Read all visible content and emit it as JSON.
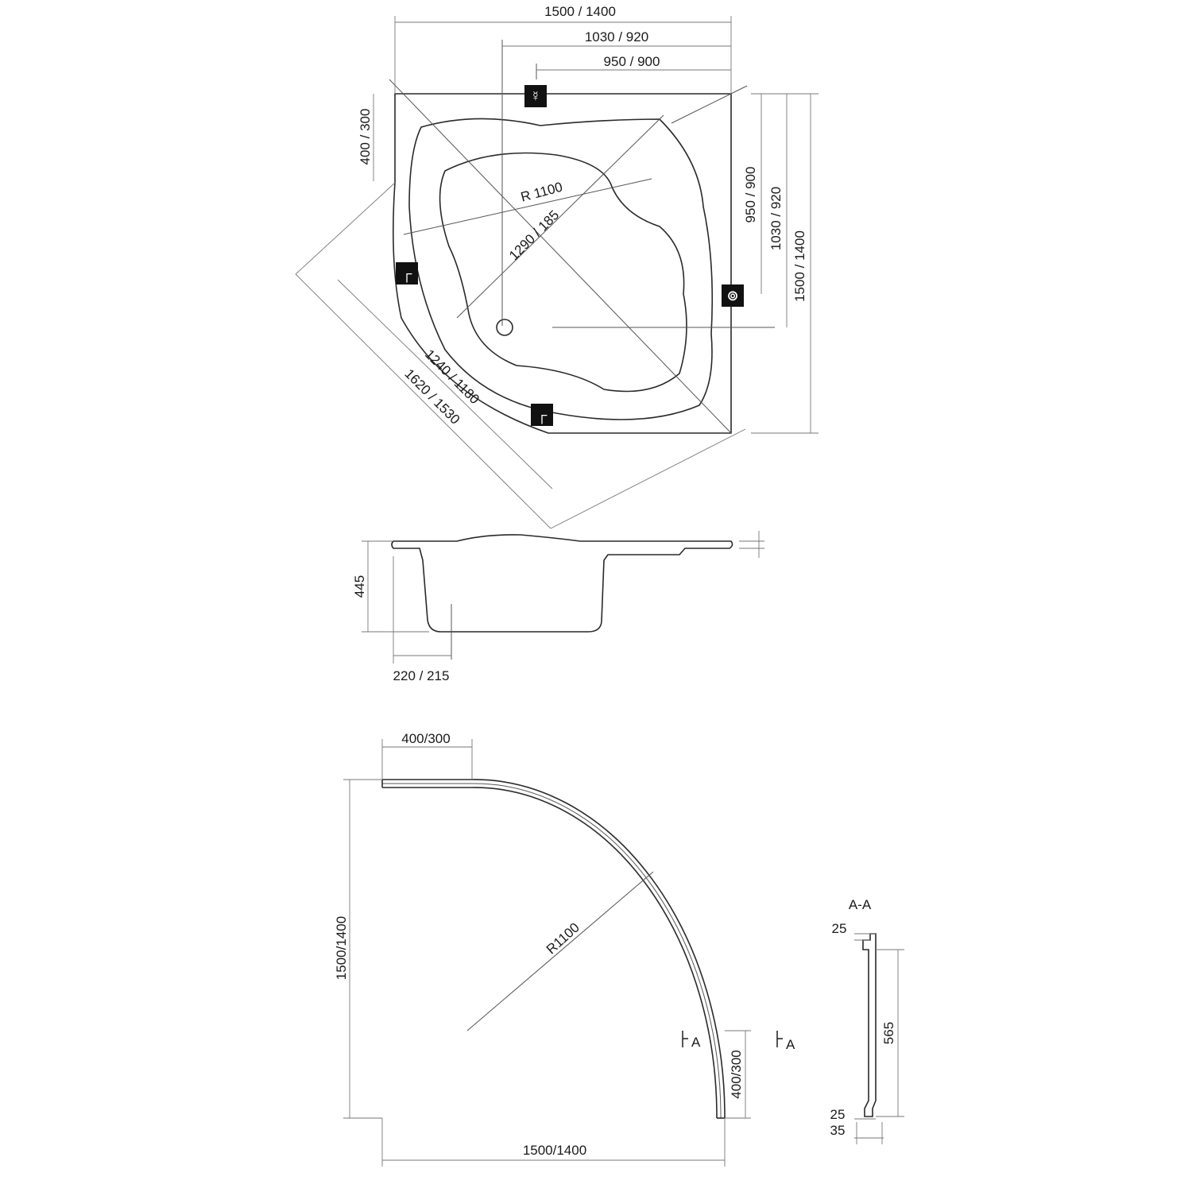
{
  "top_view": {
    "width_total": "1500 / 1400",
    "width_mid": "1030 / 920",
    "width_inner": "950 / 900",
    "height_total": "1500 / 1400",
    "height_mid": "1030 / 920",
    "height_inner": "950 / 900",
    "corner_flat": "400 / 300",
    "radius": "R 1100",
    "diag_inner": "1290 / 185",
    "front_inner": "1240 / 1180",
    "front_outer": "1620 / 1530",
    "icons": [
      "overflow-icon",
      "faucet-icon",
      "drain-icon",
      "faucet-icon"
    ]
  },
  "side_view": {
    "depth": "445",
    "offset": "220 / 215"
  },
  "panel_view": {
    "top_flat": "400/300",
    "height": "1500/1400",
    "width": "1500/1400",
    "radius": "R1100",
    "side_flat": "400/300",
    "section_mark": "A"
  },
  "section": {
    "title": "A-A",
    "top_lip": "25",
    "height": "565",
    "bottom_lip": "25",
    "base": "35"
  }
}
